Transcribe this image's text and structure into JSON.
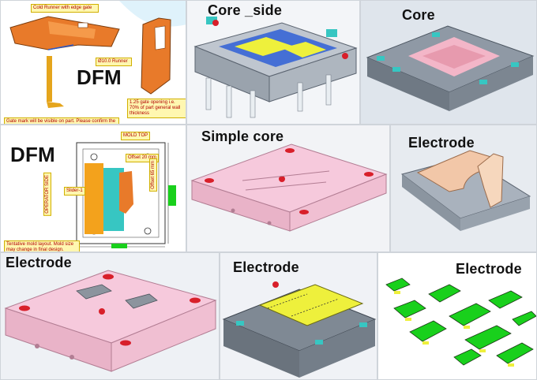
{
  "panels": {
    "dfm_top": {
      "title": "DFM",
      "notes": {
        "runner": "Cold Runner with edge gate",
        "runner_dia": "Ø10.0 Runner",
        "gate_open": "1.25 gate opening i.e. 70% of part general wall thickness",
        "gate_mark": "Gate mark will be visible on part. Please confirm the gate type."
      }
    },
    "core_side": {
      "title": "Core _side"
    },
    "core": {
      "title": "Core"
    },
    "dfm_layout": {
      "title": "DFM",
      "labels": {
        "mold_top": "MOLD TOP",
        "operator_side": "OPERATOR SIDE",
        "slider": "Slider-1",
        "offset1": "Offset 20 mm",
        "offset2": "Offset 65 mm",
        "tentative": "Tentative mold layout. Mold size may change in final design."
      }
    },
    "simple_core": {
      "title": "Simple core"
    },
    "electrode_1": {
      "title": "Electrode"
    },
    "electrode_2": {
      "title": "Electrode"
    },
    "electrode_3": {
      "title": "Electrode"
    },
    "electrode_4": {
      "title": "Electrode"
    }
  },
  "colors": {
    "mold_pink": "#f6c9dc",
    "plate_teal": "#37c6c2",
    "accent_red": "#d81f2a",
    "electrode_green": "#19d01c",
    "yellow": "#eef03c",
    "orange": "#e87a2a"
  }
}
